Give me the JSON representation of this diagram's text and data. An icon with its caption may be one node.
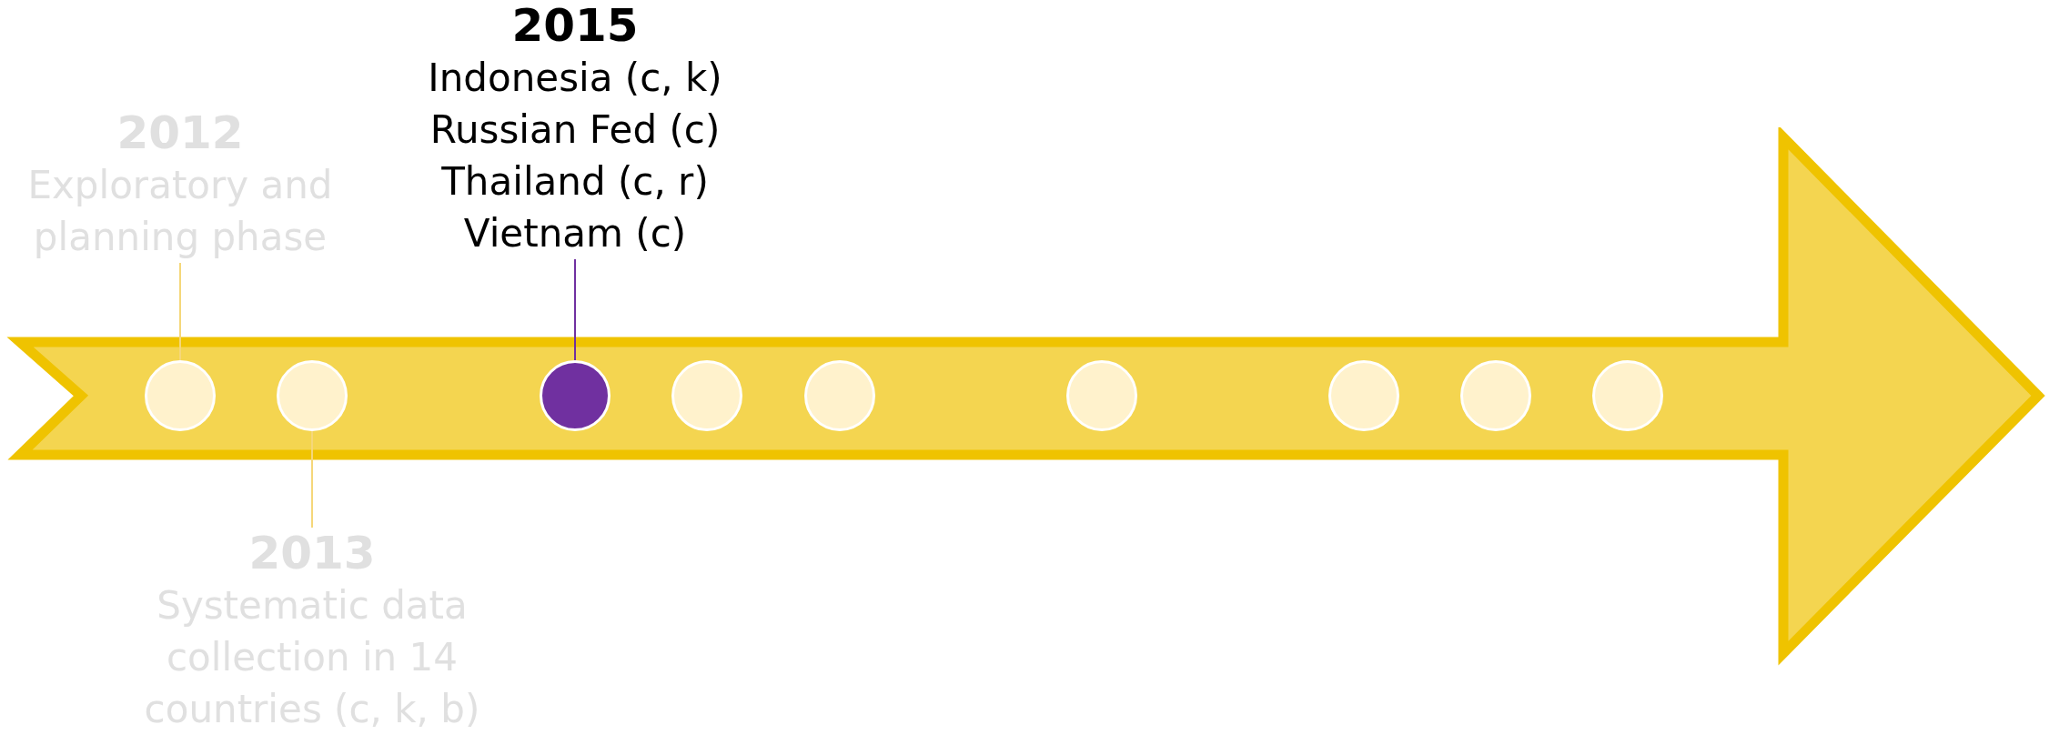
{
  "diagram": {
    "nodes": [
      {
        "text": [],
        "shape": "arrow"
      },
      {
        "text": [],
        "shape": "circle",
        "in": 0
      },
      {
        "text": [],
        "shape": "circle",
        "in": 0
      },
      {
        "text": [],
        "shape": "circle",
        "in": 0
      },
      {
        "text": [],
        "shape": "circle",
        "in": 0
      },
      {
        "text": [],
        "shape": "circle",
        "in": 0
      },
      {
        "text": [],
        "shape": "circle",
        "in": 0
      },
      {
        "text": [],
        "shape": "circle",
        "in": 0
      },
      {
        "text": [],
        "shape": "circle",
        "in": 0
      },
      {
        "text": [],
        "shape": "circle",
        "in": 0
      },
      {
        "text": [
          "2012",
          "Exploratory and planning phase"
        ]
      },
      {
        "text": [
          "2013",
          "Systematic data collection in 14 countries (c, k, b)"
        ]
      },
      {
        "text": [
          "2015",
          "Indonesia (c, k)",
          "Russian Fed (c)",
          "Thailand (c, r)",
          "Vietnam (c)"
        ]
      }
    ],
    "edges": [
      {
        "from": 10,
        "to": 1,
        "arrow": "none"
      },
      {
        "from": 11,
        "to": 2,
        "arrow": "none"
      },
      {
        "from": 12,
        "to": 3,
        "arrow": "none",
        "color": "#7030a0"
      }
    ]
  }
}
